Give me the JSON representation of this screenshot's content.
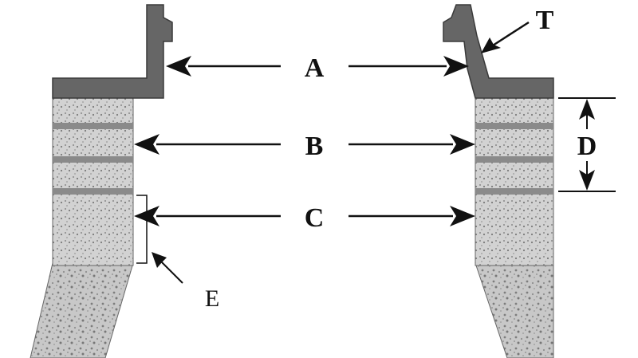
{
  "labels": {
    "a": "A",
    "b": "B",
    "c": "C",
    "d": "D",
    "e": "E",
    "t": "T"
  },
  "colors": {
    "rim": "#666666",
    "rim_edge": "#3a3a3a",
    "rubber": "#c8c8c8",
    "rubber_dot": "#7d7d7d",
    "stripe": "#8a8a8a",
    "line": "#111111"
  }
}
